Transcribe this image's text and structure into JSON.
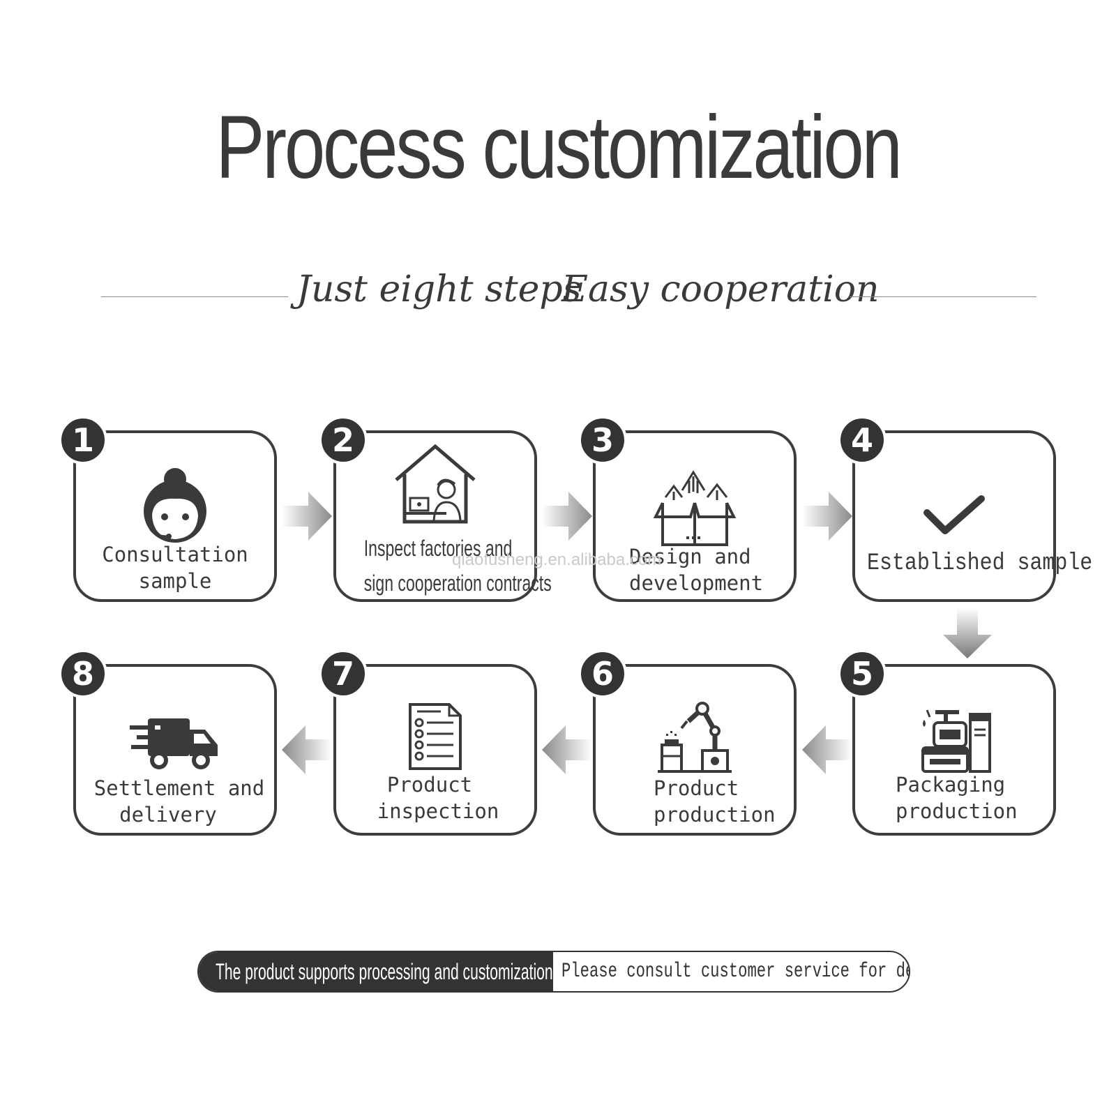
{
  "header": {
    "title": "Process customization",
    "subtitle_left": "Just eight steps",
    "subtitle_right": "Easy cooperation"
  },
  "steps": [
    {
      "number": "1",
      "label_line1": "Consultation",
      "label_line2": "sample",
      "icon": "customer-service-icon"
    },
    {
      "number": "2",
      "label_line1": "Inspect factories and",
      "label_line2": "sign cooperation contracts",
      "icon": "factory-inspection-icon"
    },
    {
      "number": "3",
      "label_line1": "Design and",
      "label_line2": "development",
      "icon": "design-box-icon"
    },
    {
      "number": "4",
      "label_line1": "Established sample",
      "label_line2": "",
      "icon": "checkmark-icon"
    },
    {
      "number": "5",
      "label_line1": "Packaging",
      "label_line2": "production",
      "icon": "cosmetics-packaging-icon"
    },
    {
      "number": "6",
      "label_line1": "Product",
      "label_line2": "production",
      "icon": "robot-arm-icon"
    },
    {
      "number": "7",
      "label_line1": "Product",
      "label_line2": "inspection",
      "icon": "checklist-icon"
    },
    {
      "number": "8",
      "label_line1": "Settlement and",
      "label_line2": "delivery",
      "icon": "delivery-truck-icon"
    }
  ],
  "watermark": "qiaofusheng.en.alibaba.com",
  "footer": {
    "left_text": "The product supports processing and customization",
    "right_text": "Please consult customer service for details"
  },
  "colors": {
    "dark": "#333333",
    "text": "#3a3a3a",
    "arrow": "#8c8c8c"
  }
}
